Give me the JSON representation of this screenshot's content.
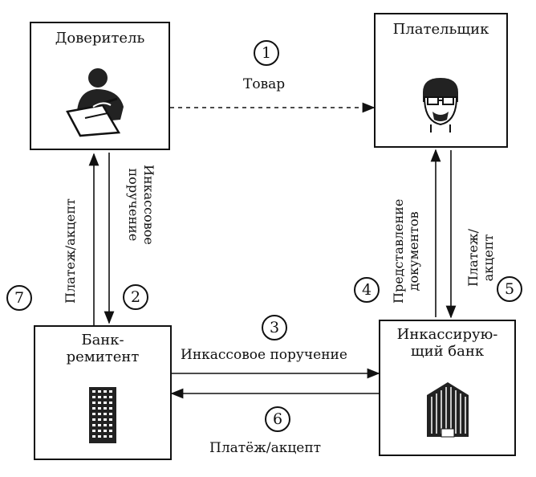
{
  "nodes": {
    "principal": "Доверитель",
    "payer": "Плательщик",
    "remitting_bank": "Банк-\nремитент",
    "collecting_bank": "Инкассирую-\nщий банк"
  },
  "steps": {
    "s1": {
      "num": "1",
      "label": "Товар"
    },
    "s2": {
      "num": "2",
      "label": "Инкассовое\nпоручение"
    },
    "s3": {
      "num": "3",
      "label": "Инкассовое поручение"
    },
    "s4": {
      "num": "4",
      "label": "Представление\nдокументов"
    },
    "s5": {
      "num": "5",
      "label": "Платеж/акцепт"
    },
    "s6": {
      "num": "6",
      "label": "Платёж/акцепт"
    },
    "s7": {
      "num": "7",
      "label": "Платеж/акцепт"
    }
  }
}
